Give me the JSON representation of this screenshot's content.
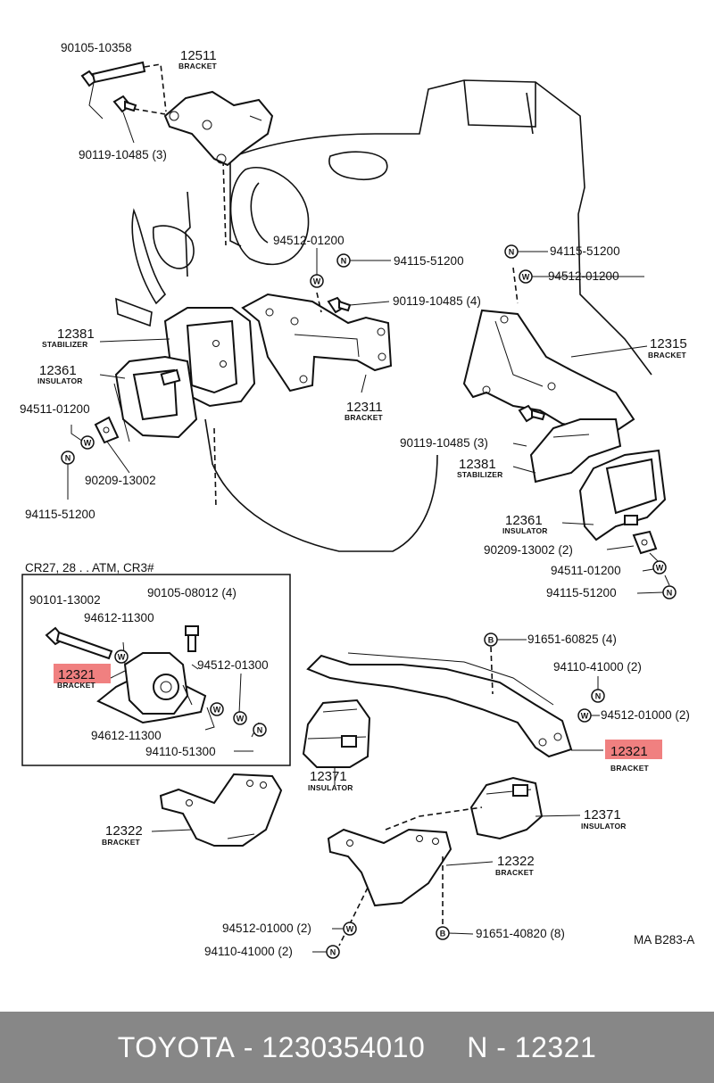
{
  "diagram": {
    "code": "MA B283-A",
    "inset_title": "CR27, 28 . . ATM, CR3#",
    "parts": {
      "p90105_10358": "90105-10358",
      "p12511": "12511",
      "p12511_sub": "BRACKET",
      "p90119_10485_3_top": "90119-10485 (3)",
      "p94512_01200_center": "94512-01200",
      "p94115_51200_center": "94115-51200",
      "p90119_10485_4": "90119-10485 (4)",
      "p12381_left": "12381",
      "p12381_left_sub": "STABILIZER",
      "p12361_left": "12361",
      "p12361_left_sub": "INSULATOR",
      "p94511_01200_left": "94511-01200",
      "p90209_13002_left": "90209-13002",
      "p94115_51200_left": "94115-51200",
      "p12311": "12311",
      "p12311_sub": "BRACKET",
      "p94115_51200_right": "94115-51200",
      "p94512_01200_right": "94512-01200",
      "p12315": "12315",
      "p12315_sub": "BRACKET",
      "p90119_10485_3_right": "90119-10485 (3)",
      "p12381_right": "12381",
      "p12381_right_sub": "STABILIZER",
      "p12361_right": "12361",
      "p12361_right_sub": "INSULATOR",
      "p90209_13002_2": "90209-13002 (2)",
      "p94511_01200_right": "94511-01200",
      "p94115_51200_right2": "94115-51200",
      "p90101_13002": "90101-13002",
      "p90105_08012_4": "90105-08012 (4)",
      "p94612_11300_a": "94612-11300",
      "p12321_inset": "12321",
      "p12321_inset_sub": "BRACKET",
      "p94512_01300": "94512-01300",
      "p94612_11300_b": "94612-11300",
      "p94110_51300": "94110-51300",
      "p91651_60825_4": "91651-60825 (4)",
      "p94110_41000_2_right": "94110-41000 (2)",
      "p94512_01000_2_right": "94512-01000 (2)",
      "p12321_main": "12321",
      "p12321_main_sub": "BRACKET",
      "p12371_left": "12371",
      "p12371_left_sub": "INSULATOR",
      "p12371_right": "12371",
      "p12371_right_sub": "INSULATOR",
      "p12322_left": "12322",
      "p12322_left_sub": "BRACKET",
      "p12322_right": "12322",
      "p12322_right_sub": "BRACKET",
      "p94512_01000_2_bottom": "94512-01000 (2)",
      "p94110_41000_2_bottom": "94110-41000 (2)",
      "p91651_40820_8": "91651-40820 (8)"
    },
    "symbols": {
      "nut": "N",
      "washer": "W",
      "bolt": "B"
    },
    "highlight_color": "#f08080"
  },
  "footer": {
    "brand": "TOYOTA",
    "sep1": " - ",
    "part_number": "1230354010",
    "gap": "     ",
    "label": "N",
    "sep2": " - ",
    "code": "12321"
  }
}
